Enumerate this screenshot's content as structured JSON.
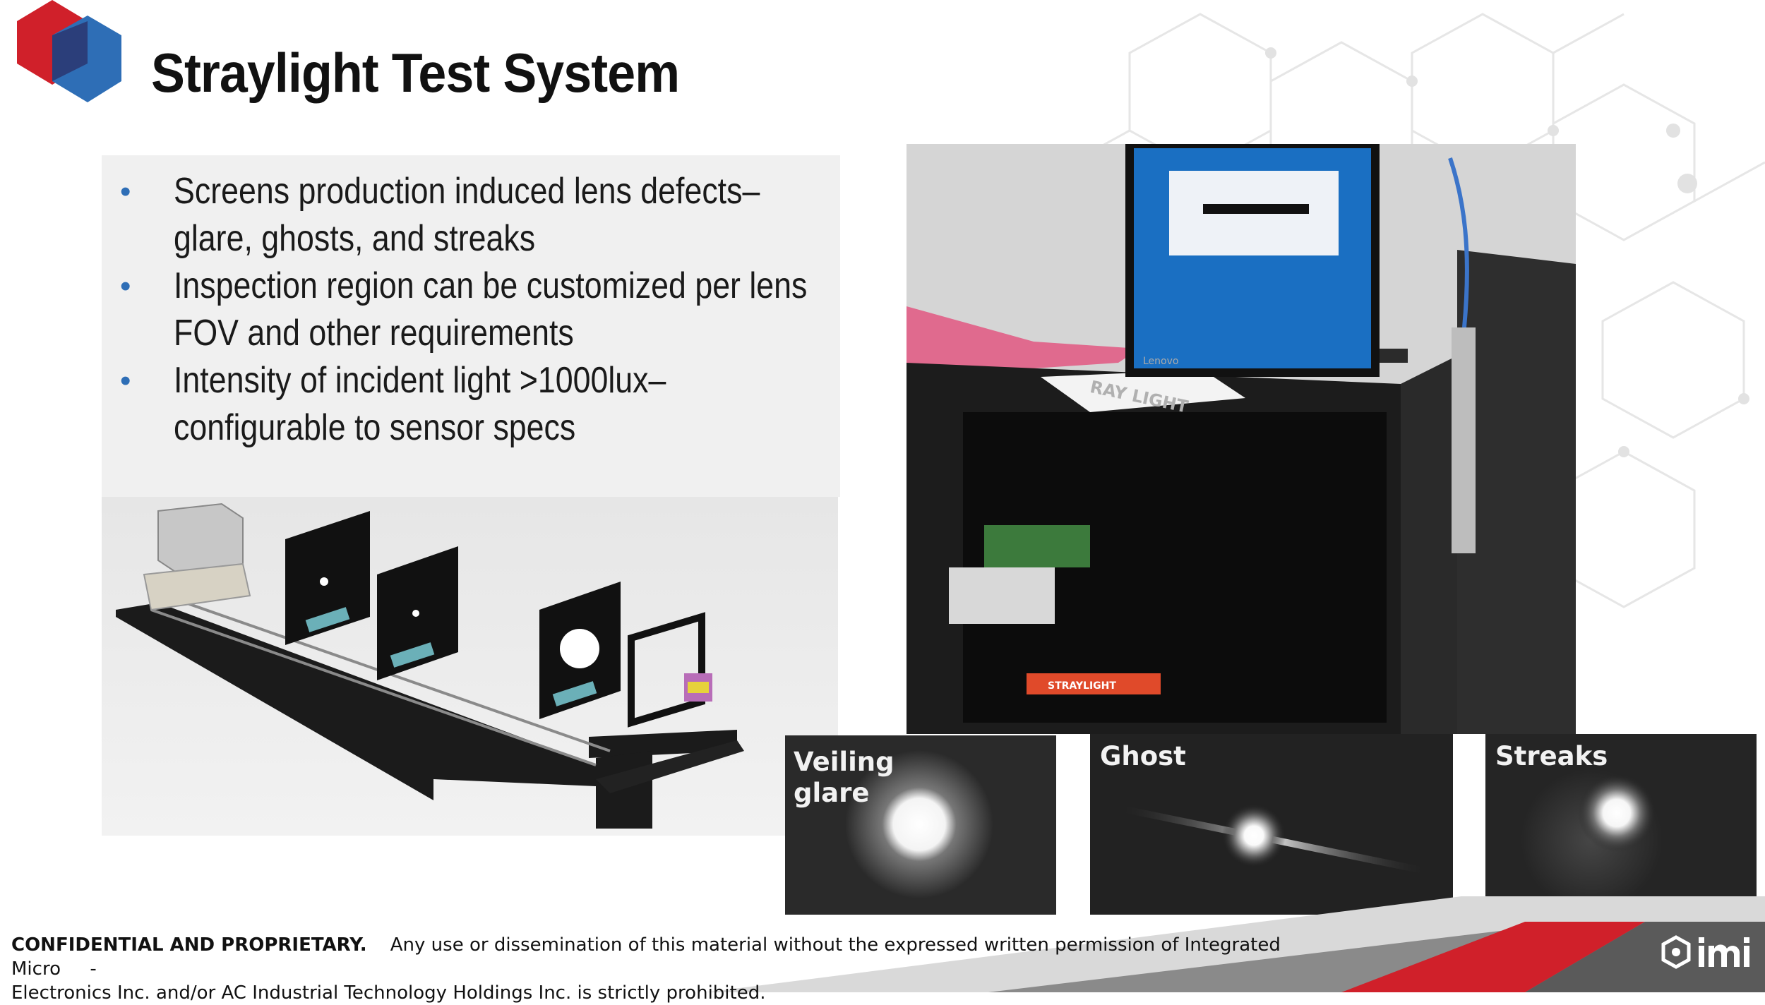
{
  "slide": {
    "title": "Straylight Test System",
    "bullets": [
      "Screens production induced lens defects– glare, ghosts, and streaks",
      "Inspection region can be customized per lens FOV and other requirements",
      "Intensity of incident light >1000lux– configurable to sensor specs"
    ],
    "bullet_glyph": "•"
  },
  "photo": {
    "monitor_brand": "Lenovo",
    "label_sheet": "RAY LIGHT",
    "plate_label": "STRAYLIGHT"
  },
  "thumbnails": [
    {
      "label_line1": "Veiling",
      "label_line2": "glare"
    },
    {
      "label_line1": "Ghost",
      "label_line2": ""
    },
    {
      "label_line1": "Streaks",
      "label_line2": ""
    }
  ],
  "footer": {
    "bold": "CONFIDENTIAL AND PROPRIETARY.",
    "text": "Any use or dissemination of this material without the expressed written permission of Integrated Micro",
    "dash": "-",
    "text2": "Electronics Inc. and/or AC Industrial Technology Holdings Inc. is strictly prohibited."
  },
  "brand": {
    "logo_text": "IMI",
    "colors": {
      "red": "#d0202a",
      "blue": "#2e6eb6",
      "navy": "#2b3e7a",
      "bullet": "#2e6eb6",
      "footer_gray": "#5a5a5a"
    }
  }
}
